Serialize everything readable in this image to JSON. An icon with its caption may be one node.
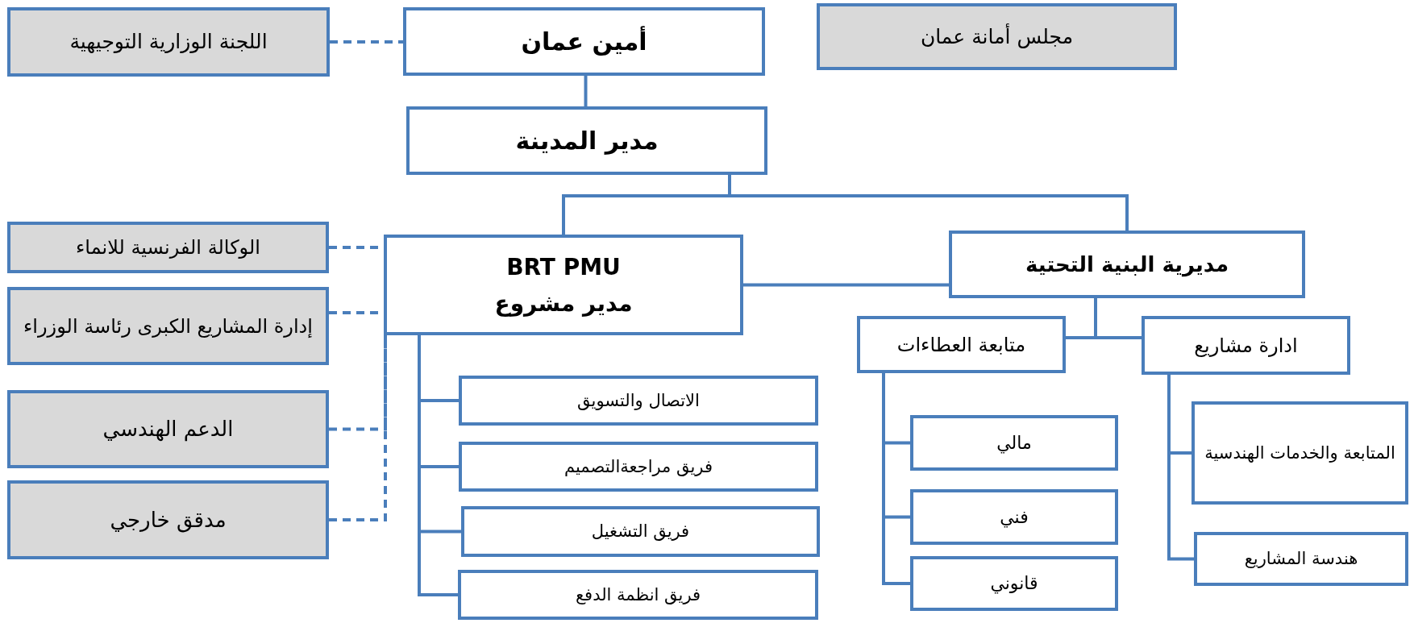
{
  "diagram": {
    "nodes": [
      {
        "text": [
          "أمين عمان"
        ]
      },
      {
        "text": [
          "اللجنة الوزارية التوجيهية"
        ]
      },
      {
        "text": [
          "مجلس أمانة عمان"
        ]
      },
      {
        "text": [
          "مدير المدينة"
        ]
      },
      {
        "text": [
          "BRT PMU",
          "مدير مشروع"
        ]
      },
      {
        "text": [
          "الوكالة الفرنسية للانماء"
        ]
      },
      {
        "text": [
          "إدارة المشاريع الكبرى رئاسة الوزراء"
        ]
      },
      {
        "text": [
          "الدعم الهندسي"
        ]
      },
      {
        "text": [
          "مدقق خارجي"
        ]
      },
      {
        "text": [
          "مديرية البنية التحتية"
        ]
      },
      {
        "text": [
          "متابعة العطاءات"
        ]
      },
      {
        "text": [
          "ادارة مشاريع"
        ]
      },
      {
        "text": [
          "الاتصال والتسويق"
        ]
      },
      {
        "text": [
          "فريق مراجعةالتصميم"
        ]
      },
      {
        "text": [
          "فريق التشغيل"
        ]
      },
      {
        "text": [
          "فريق انظمة الدفع"
        ]
      },
      {
        "text": [
          "مالي"
        ]
      },
      {
        "text": [
          "فني"
        ]
      },
      {
        "text": [
          "قانوني"
        ]
      },
      {
        "text": [
          "المتابعة والخدمات الهندسية"
        ]
      },
      {
        "text": [
          "هندسة المشاريع"
        ]
      }
    ],
    "edges": [
      {
        "from": 1,
        "to": 0,
        "arrow": "none",
        "style": "dashed"
      },
      {
        "from": 0,
        "to": 3,
        "arrow": "none"
      },
      {
        "from": 3,
        "to": 4,
        "arrow": "none"
      },
      {
        "from": 3,
        "to": 9,
        "arrow": "none"
      },
      {
        "from": 4,
        "to": 9,
        "arrow": "none"
      },
      {
        "from": 5,
        "to": 4,
        "arrow": "none",
        "style": "dashed"
      },
      {
        "from": 6,
        "to": 4,
        "arrow": "none",
        "style": "dashed"
      },
      {
        "from": 7,
        "to": 4,
        "arrow": "none",
        "style": "dashed"
      },
      {
        "from": 8,
        "to": 4,
        "arrow": "none",
        "style": "dashed"
      },
      {
        "from": 4,
        "to": 12,
        "arrow": "none"
      },
      {
        "from": 4,
        "to": 13,
        "arrow": "none"
      },
      {
        "from": 4,
        "to": 14,
        "arrow": "none"
      },
      {
        "from": 4,
        "to": 15,
        "arrow": "none"
      },
      {
        "from": 9,
        "to": 10,
        "arrow": "none"
      },
      {
        "from": 9,
        "to": 11,
        "arrow": "none"
      },
      {
        "from": 10,
        "to": 16,
        "arrow": "none"
      },
      {
        "from": 10,
        "to": 17,
        "arrow": "none"
      },
      {
        "from": 10,
        "to": 18,
        "arrow": "none"
      },
      {
        "from": 11,
        "to": 19,
        "arrow": "none"
      },
      {
        "from": 11,
        "to": 20,
        "arrow": "none"
      }
    ]
  }
}
